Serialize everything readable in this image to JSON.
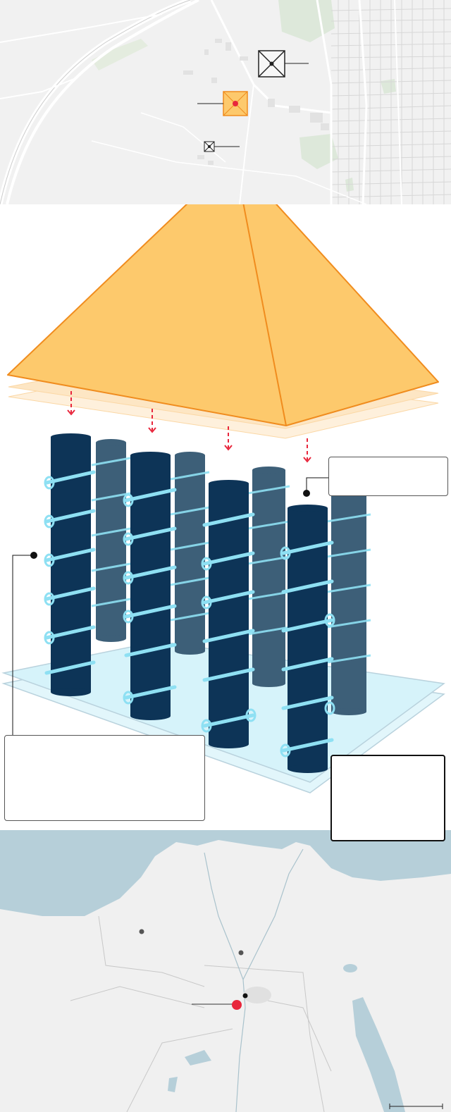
{
  "colors": {
    "map_land": "#f1f1f1",
    "map_roads": "#ffffff",
    "map_green": "#d9e7d6",
    "sea": "#b6cfd9",
    "pyramid_fill": "#fdc96c",
    "pyramid_stroke": "#f08c1e",
    "slab_fill": "#fde6c4",
    "column_dark": "#0d3457",
    "column_mid": "#3d5f78",
    "coil": "#8ee0f3",
    "base_plate": "#d9f4fa",
    "arrow": "#e8263c",
    "marker_red": "#e8263c"
  },
  "map_top": {
    "markers": [
      {
        "name": "large-pyramid-marker",
        "icon": "crossed-square-icon"
      },
      {
        "name": "highlighted-pyramid-marker",
        "icon": "crossed-square-icon",
        "highlight": "orange"
      },
      {
        "name": "small-pyramid-marker",
        "icon": "crossed-square-icon"
      }
    ]
  },
  "diagram": {
    "elements": [
      "pyramid",
      "foundation-slabs",
      "down-arrows",
      "columns",
      "spiral-coils",
      "base-plates"
    ],
    "callouts": [
      {
        "name": "callout-right-top",
        "text": ""
      },
      {
        "name": "callout-left",
        "text": ""
      },
      {
        "name": "callout-right-bottom",
        "text": ""
      }
    ]
  },
  "map_bottom": {
    "markers": [
      {
        "name": "location-dot-west"
      },
      {
        "name": "location-dot-delta"
      },
      {
        "name": "location-dot-cairo"
      },
      {
        "name": "highlighted-location",
        "color": "red"
      }
    ],
    "scale_bar": ""
  }
}
